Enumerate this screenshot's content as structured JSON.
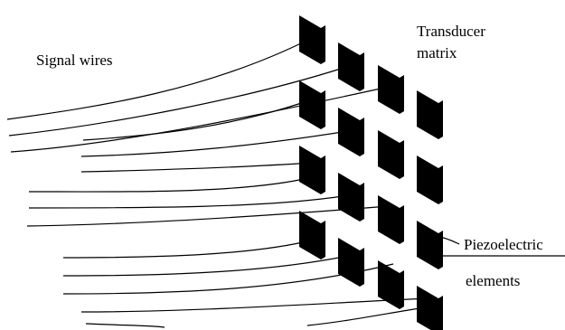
{
  "labels": {
    "signal_wires": "Signal wires",
    "transducer_line1": "Transducer",
    "transducer_line2": "matrix",
    "piezo_line1": "Piezoelectric",
    "piezo_line2": "elements"
  },
  "colors": {
    "background": "#ffffff",
    "ink": "#000000"
  }
}
